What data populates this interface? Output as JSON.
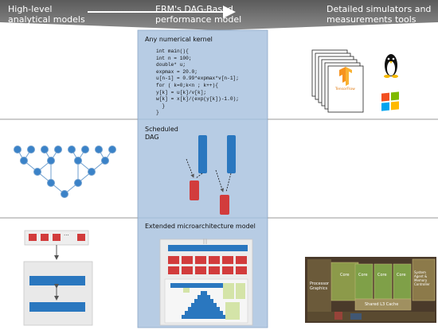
{
  "header": {
    "left": "High-level\nanalytical models",
    "center": "ERM's DAG-Based\nperformance model",
    "right": "Detailed simulators and\nmeasurements tools"
  },
  "center_panel": {
    "kernel_title": "Any numerical kernel",
    "code": "int main(){\nint n = 100;\ndouble* u;\nexpmax = 20.0;\nu[n-1] = 0.99*expmax*v[n-1];\nfor ( k=0;k<n ; k++){\ny[k] = u[k]/v[k];\nw[k] = x[k]/(exp(y[k])-1.0);\n  }\n}",
    "dag_title": "Scheduled\nDAG",
    "micro_title": "Extended microarchitecture model"
  },
  "left_panel": {
    "queue_dots": "···"
  },
  "right_panel": {
    "tensorflow_label": "TensorFlow",
    "die_labels": [
      "Core",
      "Core",
      "Core",
      "Core",
      "Processor Graphics",
      "Shared L3 Cache",
      "System Agent & Memory Controller"
    ]
  },
  "colors": {
    "header_bg": "#7f7f7f",
    "panel_bg": "#b7cce4",
    "blue_box": "#2a77bf",
    "red_box": "#d23c3c",
    "node_blue": "#3a82c8",
    "green_block": "#d4e4a8",
    "gray_box": "#e9e9e9"
  },
  "icons": [
    "stacked-documents-icon",
    "tensorflow-logo-icon",
    "linux-penguin-icon",
    "windows-logo-icon",
    "processor-die-photo"
  ]
}
